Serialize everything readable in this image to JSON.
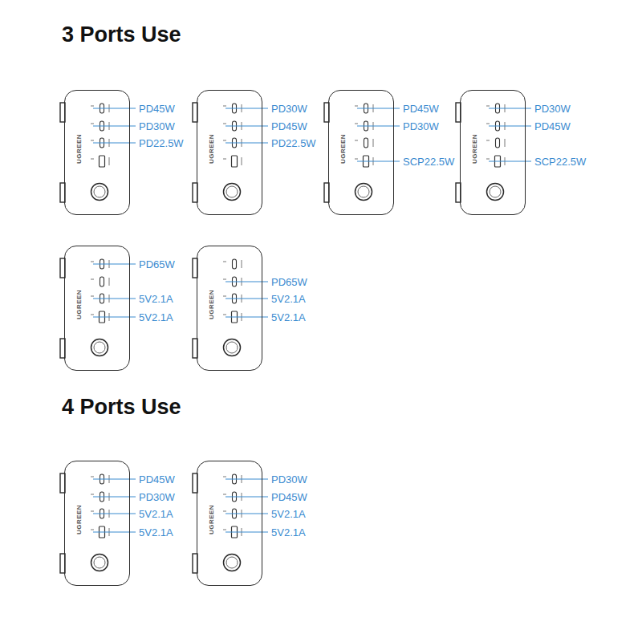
{
  "diagram": {
    "nodes": [
      {
        "text": [
          "UGREEN"
        ]
      },
      {
        "text": [
          "UGREEN"
        ]
      },
      {
        "text": [
          "UGREEN"
        ]
      },
      {
        "text": [
          "UGREEN"
        ]
      },
      {
        "text": [
          "UGREEN"
        ]
      },
      {
        "text": [
          "UGREEN"
        ]
      },
      {
        "text": [
          "UGREEN"
        ]
      },
      {
        "text": [
          "UGREEN"
        ]
      }
    ],
    "labels": [
      "3 Ports Use",
      "PD45W",
      "PD30W",
      "PD22.5W",
      "PD30W",
      "PD45W",
      "PD22.5W",
      "PD45W",
      "PD30W",
      "SCP22.5W",
      "PD30W",
      "PD45W",
      "SCP22.5W",
      "PD65W",
      "5V2.1A",
      "5V2.1A",
      "PD65W",
      "5V2.1A",
      "5V2.1A",
      "4 Ports Use",
      "PD45W",
      "PD30W",
      "5V2.1A",
      "5V2.1A",
      "PD30W",
      "PD45W",
      "5V2.1A",
      "5V2.1A"
    ]
  }
}
